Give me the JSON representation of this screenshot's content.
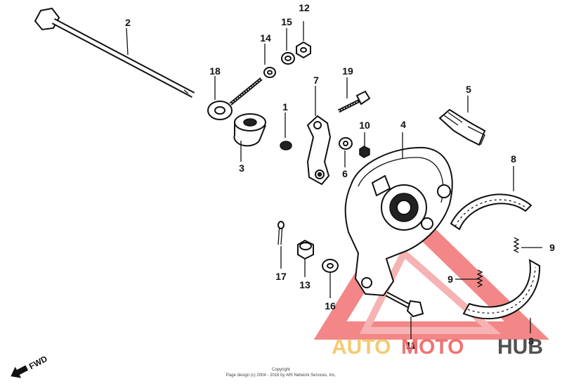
{
  "diagram": {
    "callouts": {
      "c1": "1",
      "c2": "2",
      "c3": "3",
      "c4": "4",
      "c5": "5",
      "c6": "6",
      "c7": "7",
      "c8a": "8",
      "c8b": "8",
      "c9a": "9",
      "c9b": "9",
      "c10": "10",
      "c11": "11",
      "c12": "12",
      "c13": "13",
      "c14": "14",
      "c15": "15",
      "c16": "16",
      "c17": "17",
      "c18": "18",
      "c19": "19"
    },
    "fwd_label": "FWD",
    "copyright_line1": "Copyright",
    "copyright_line2": "Page design (c) 2004 - 2016 by ARI Network Services, Inc."
  },
  "watermark": {
    "part1": "AUTO",
    "part2": "MOTO",
    "part3": "HUB",
    "colors": {
      "auto": "#f2c25a",
      "moto": "#ef5a5a",
      "hub": "#333333",
      "logo": "#f06060"
    }
  }
}
